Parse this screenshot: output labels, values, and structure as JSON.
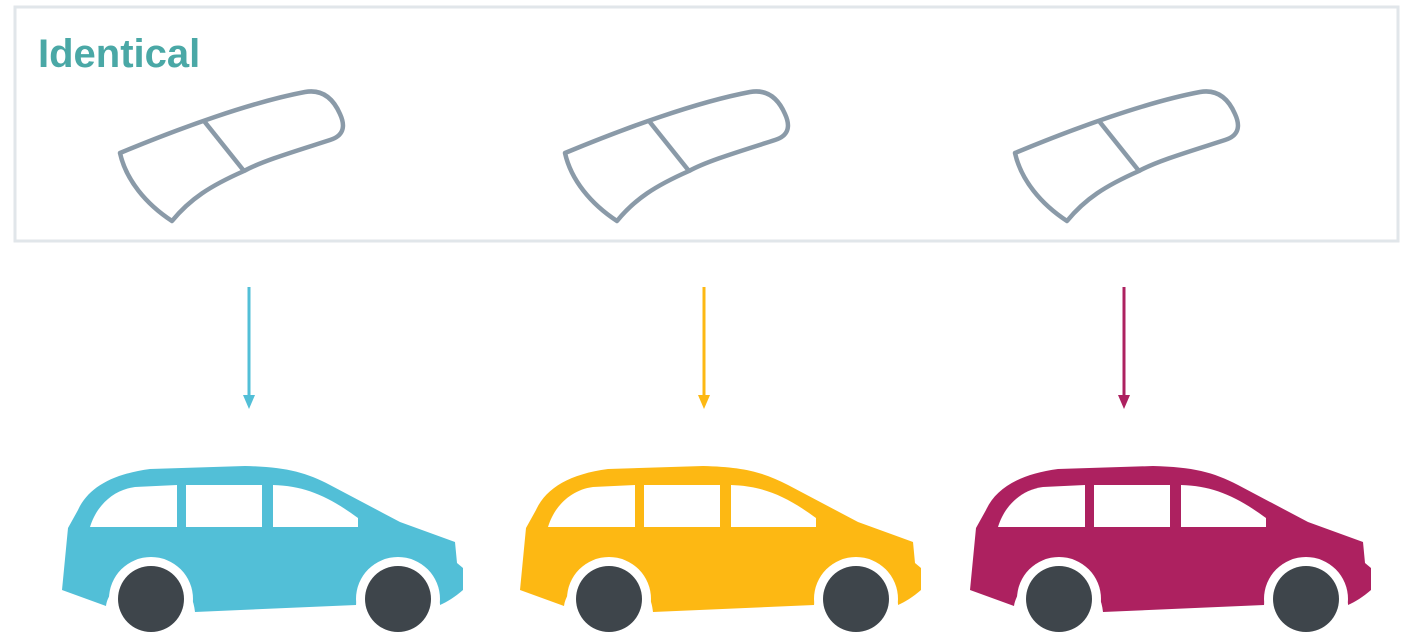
{
  "title": "Identical",
  "colors": {
    "title": "#4aa8a6",
    "frame": "#e1e6ea",
    "part_stroke": "#8a9aa8",
    "wheel": "#3e454b",
    "window": "#ffffff"
  },
  "parts": [
    {
      "name": "part-1",
      "icon": "curved-panel-icon"
    },
    {
      "name": "part-2",
      "icon": "curved-panel-icon"
    },
    {
      "name": "part-3",
      "icon": "curved-panel-icon"
    }
  ],
  "cars": [
    {
      "name": "car-blue",
      "icon": "minivan-icon",
      "color": "#52bfd7"
    },
    {
      "name": "car-yellow",
      "icon": "minivan-icon",
      "color": "#fdb813"
    },
    {
      "name": "car-magenta",
      "icon": "minivan-icon",
      "color": "#ad2160"
    }
  ]
}
